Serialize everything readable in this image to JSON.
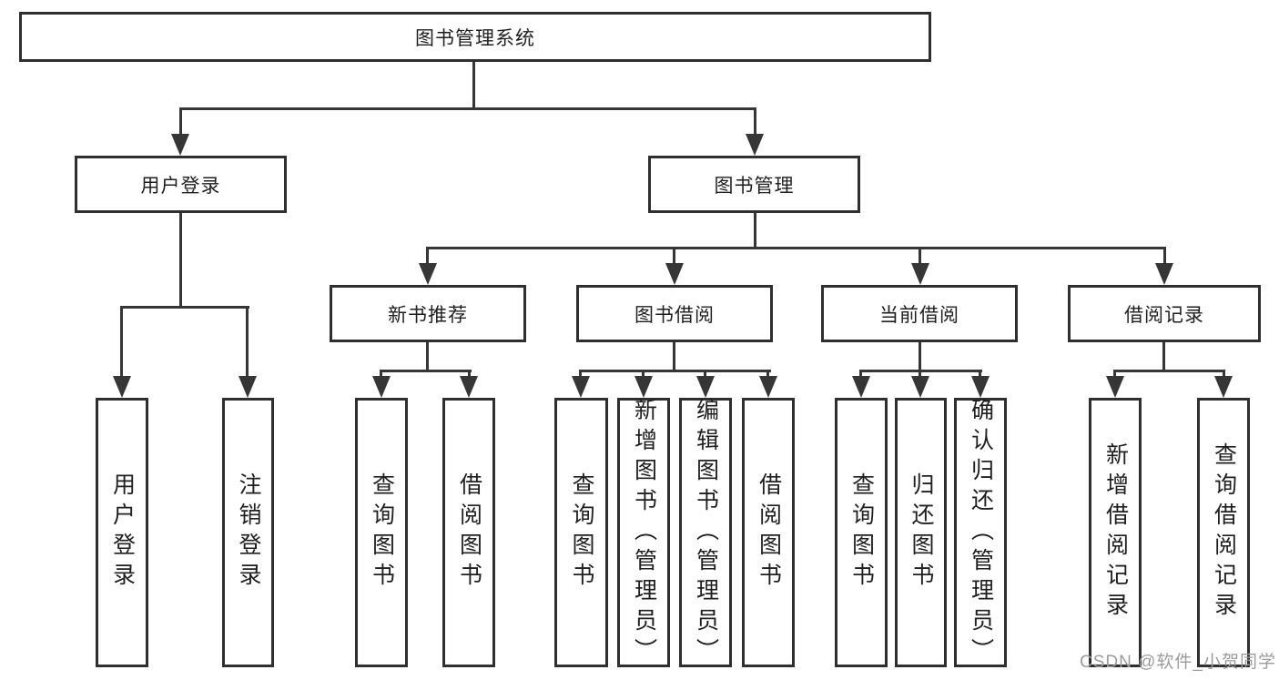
{
  "diagram": {
    "root": {
      "label": "图书管理系统"
    },
    "level2": [
      {
        "label": "用户登录"
      },
      {
        "label": "图书管理"
      }
    ],
    "level3": [
      {
        "label": "新书推荐",
        "parent": "图书管理"
      },
      {
        "label": "图书借阅",
        "parent": "图书管理"
      },
      {
        "label": "当前借阅",
        "parent": "图书管理"
      },
      {
        "label": "借阅记录",
        "parent": "图书管理"
      }
    ],
    "leaves": [
      {
        "label": "用户登录",
        "parent": "用户登录"
      },
      {
        "label": "注销登录",
        "parent": "用户登录"
      },
      {
        "label": "查询图书",
        "parent": "新书推荐"
      },
      {
        "label": "借阅图书",
        "parent": "新书推荐"
      },
      {
        "label": "查询图书",
        "parent": "图书借阅"
      },
      {
        "label": "新增图书（管理员）",
        "parent": "图书借阅"
      },
      {
        "label": "编辑图书（管理员）",
        "parent": "图书借阅"
      },
      {
        "label": "借阅图书",
        "parent": "图书借阅"
      },
      {
        "label": "查询图书",
        "parent": "当前借阅"
      },
      {
        "label": "归还图书",
        "parent": "当前借阅"
      },
      {
        "label": "确认归还（管理员）",
        "parent": "当前借阅"
      },
      {
        "label": "新增借阅记录",
        "parent": "借阅记录"
      },
      {
        "label": "查询借阅记录",
        "parent": "借阅记录"
      }
    ]
  },
  "watermark": {
    "text": "CSDN @软件_小贺同学"
  },
  "colors": {
    "line": "#363636",
    "box_border": "#2f2f2f",
    "text": "#1f1f1f",
    "watermark": "#9c9c9c",
    "background": "#ffffff"
  }
}
